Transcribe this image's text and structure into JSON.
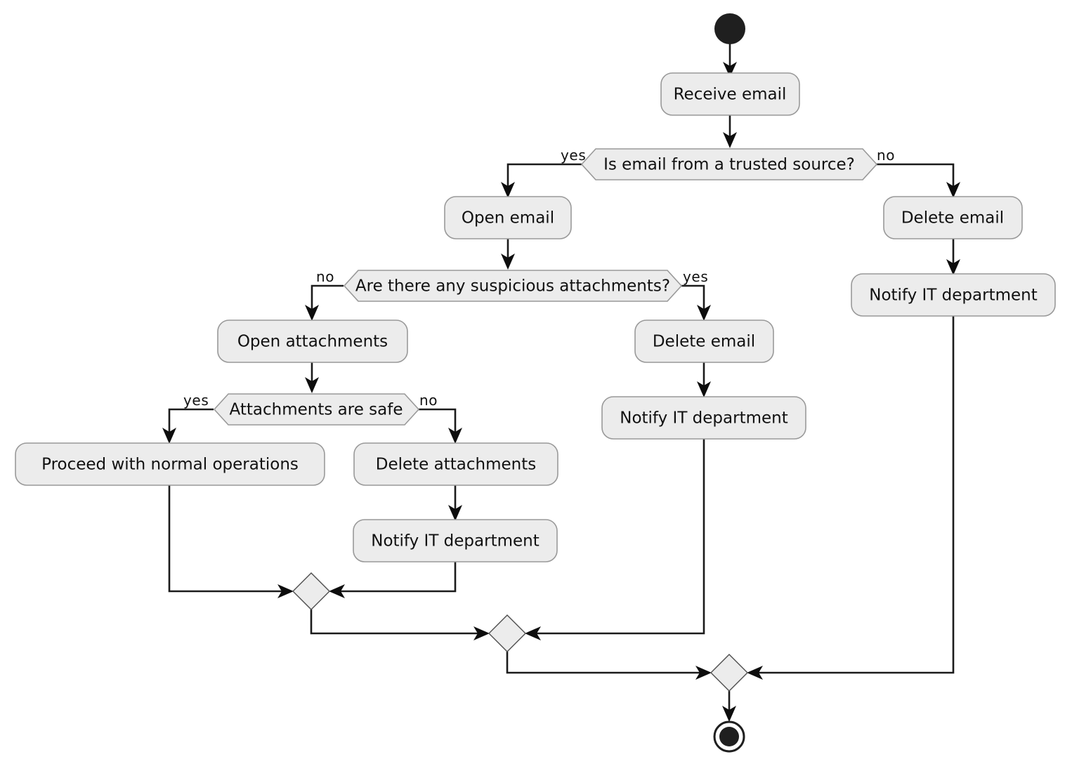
{
  "diagram": {
    "title": "Email handling activity diagram",
    "type": "uml-activity-diagram",
    "colors": {
      "node_fill": "#ECECEC",
      "node_stroke": "#999999",
      "edge": "#1b1b1b",
      "terminal": "#1f1f1f",
      "background": "#ffffff"
    },
    "nodes": {
      "start": {
        "kind": "initial-node"
      },
      "receive_email": {
        "label": "Receive email",
        "kind": "action"
      },
      "decision_trusted": {
        "label": "Is email from a trusted source?",
        "kind": "decision"
      },
      "open_email": {
        "label": "Open email",
        "kind": "action"
      },
      "delete_email_untrusted": {
        "label": "Delete email",
        "kind": "action"
      },
      "notify_it_untrusted": {
        "label": "Notify IT department",
        "kind": "action"
      },
      "decision_attachments": {
        "label": "Are there any suspicious attachments?",
        "kind": "decision"
      },
      "open_attachments": {
        "label": "Open attachments",
        "kind": "action"
      },
      "delete_email_suspicious": {
        "label": "Delete email",
        "kind": "action"
      },
      "notify_it_suspicious": {
        "label": "Notify IT department",
        "kind": "action"
      },
      "decision_safe": {
        "label": "Attachments are safe",
        "kind": "decision"
      },
      "proceed_normal": {
        "label": "Proceed with normal operations",
        "kind": "action"
      },
      "delete_attachments": {
        "label": "Delete attachments",
        "kind": "action"
      },
      "notify_it_deleted": {
        "label": "Notify IT department",
        "kind": "action"
      },
      "merge_1": {
        "kind": "merge-node"
      },
      "merge_2": {
        "kind": "merge-node"
      },
      "merge_3": {
        "kind": "merge-node"
      },
      "end": {
        "kind": "final-node"
      }
    },
    "guards": {
      "trusted_yes": "yes",
      "trusted_no": "no",
      "attachments_no": "no",
      "attachments_yes": "yes",
      "safe_yes": "yes",
      "safe_no": "no"
    },
    "edges": [
      {
        "from": "start",
        "to": "receive_email",
        "label": ""
      },
      {
        "from": "receive_email",
        "to": "decision_trusted",
        "label": ""
      },
      {
        "from": "decision_trusted",
        "to": "open_email",
        "label": "yes"
      },
      {
        "from": "decision_trusted",
        "to": "delete_email_untrusted",
        "label": "no"
      },
      {
        "from": "delete_email_untrusted",
        "to": "notify_it_untrusted",
        "label": ""
      },
      {
        "from": "notify_it_untrusted",
        "to": "merge_3",
        "label": ""
      },
      {
        "from": "open_email",
        "to": "decision_attachments",
        "label": ""
      },
      {
        "from": "decision_attachments",
        "to": "open_attachments",
        "label": "no"
      },
      {
        "from": "decision_attachments",
        "to": "delete_email_suspicious",
        "label": "yes"
      },
      {
        "from": "delete_email_suspicious",
        "to": "notify_it_suspicious",
        "label": ""
      },
      {
        "from": "notify_it_suspicious",
        "to": "merge_2",
        "label": ""
      },
      {
        "from": "open_attachments",
        "to": "decision_safe",
        "label": ""
      },
      {
        "from": "decision_safe",
        "to": "proceed_normal",
        "label": "yes"
      },
      {
        "from": "decision_safe",
        "to": "delete_attachments",
        "label": "no"
      },
      {
        "from": "delete_attachments",
        "to": "notify_it_deleted",
        "label": ""
      },
      {
        "from": "proceed_normal",
        "to": "merge_1",
        "label": ""
      },
      {
        "from": "notify_it_deleted",
        "to": "merge_1",
        "label": ""
      },
      {
        "from": "merge_1",
        "to": "merge_2",
        "label": ""
      },
      {
        "from": "merge_2",
        "to": "merge_3",
        "label": ""
      },
      {
        "from": "merge_3",
        "to": "end",
        "label": ""
      }
    ]
  }
}
